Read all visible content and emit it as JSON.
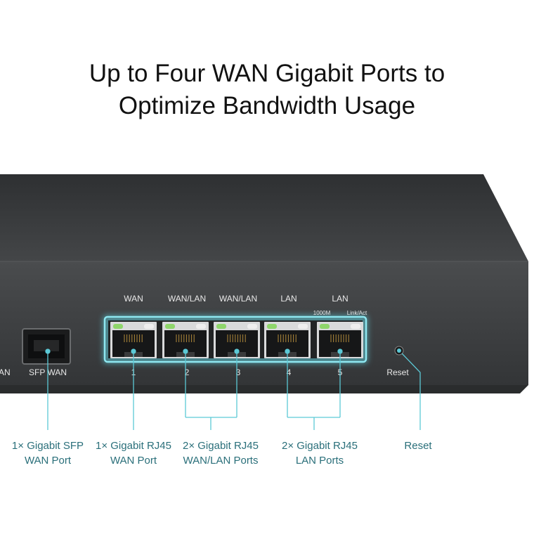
{
  "headline": {
    "line1": "Up to Four WAN Gigabit Ports to",
    "line2": "Optimize Bandwidth Usage"
  },
  "panel": {
    "left_edge_text": "AN",
    "sfp_label": "SFP WAN",
    "port_headers": [
      "WAN",
      "WAN/LAN",
      "WAN/LAN",
      "LAN",
      "LAN"
    ],
    "led_1000m": "1000M",
    "led_linkact": "Link/Act",
    "port_numbers": [
      "1",
      "2",
      "3",
      "4",
      "5"
    ],
    "reset_label": "Reset"
  },
  "callouts": {
    "sfp": {
      "line1": "1× Gigabit SFP",
      "line2": "WAN Port"
    },
    "wan": {
      "line1": "1× Gigabit RJ45",
      "line2": "WAN Port"
    },
    "wanlan": {
      "line1": "2× Gigabit RJ45",
      "line2": "WAN/LAN Ports"
    },
    "lan": {
      "line1": "2× Gigabit RJ45",
      "line2": "LAN Ports"
    },
    "reset": {
      "line1": "Reset"
    }
  },
  "colors": {
    "accent": "#5cc9d6",
    "callout_text": "#2a6f7a",
    "chassis": "#3a3c3e",
    "led": "#8fd66b"
  }
}
